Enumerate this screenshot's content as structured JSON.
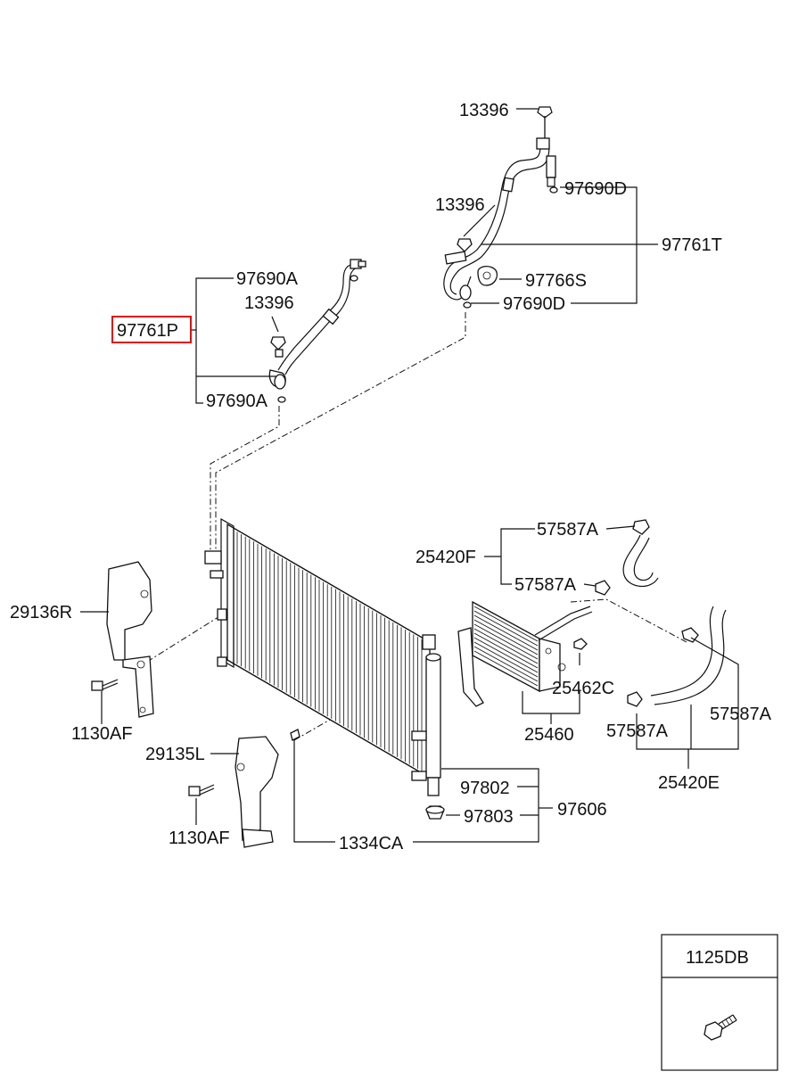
{
  "labels": {
    "p13396_top": "13396",
    "p97690D_top": "97690D",
    "p13396_mid": "13396",
    "p97761T": "97761T",
    "p97766S": "97766S",
    "p97690D_bot": "97690D",
    "p97690A_top": "97690A",
    "p13396_left": "13396",
    "p97761P": "97761P",
    "p97690A_bot": "97690A",
    "p29136R": "29136R",
    "p1130AF_a": "1130AF",
    "p29135L": "29135L",
    "p1130AF_b": "1130AF",
    "p1334CA": "1334CA",
    "p97802": "97802",
    "p97803": "97803",
    "p97606": "97606",
    "p57587A_1": "57587A",
    "p25420F": "25420F",
    "p57587A_2": "57587A",
    "p25462C": "25462C",
    "p25460": "25460",
    "p57587A_3": "57587A",
    "p57587A_4": "57587A",
    "p25420E": "25420E"
  },
  "inset": {
    "label": "1125DB"
  },
  "highlight": {
    "part": "97761P",
    "color": "#e01010"
  }
}
